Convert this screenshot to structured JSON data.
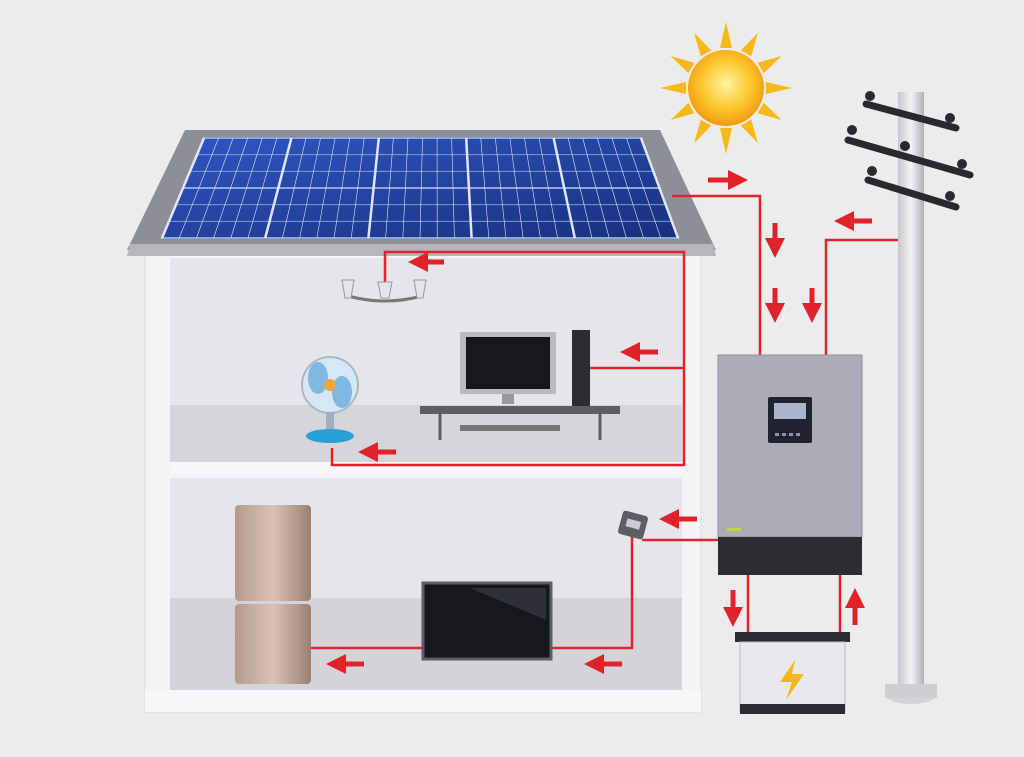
{
  "diagram": {
    "components": [
      "solar-panel",
      "sun",
      "utility-pole",
      "inverter",
      "battery",
      "house",
      "ceiling-lamp",
      "computer",
      "desk-fan",
      "refrigerator",
      "television",
      "breaker-box"
    ]
  },
  "colors": {
    "background": "#ececec",
    "wire": "#e0222b",
    "panel": "#1f3f9a",
    "sun": "#f8b81a",
    "inverter": "#a9adb5",
    "inverter_base": "#2b2d33",
    "wall": "#f4f4f6"
  }
}
